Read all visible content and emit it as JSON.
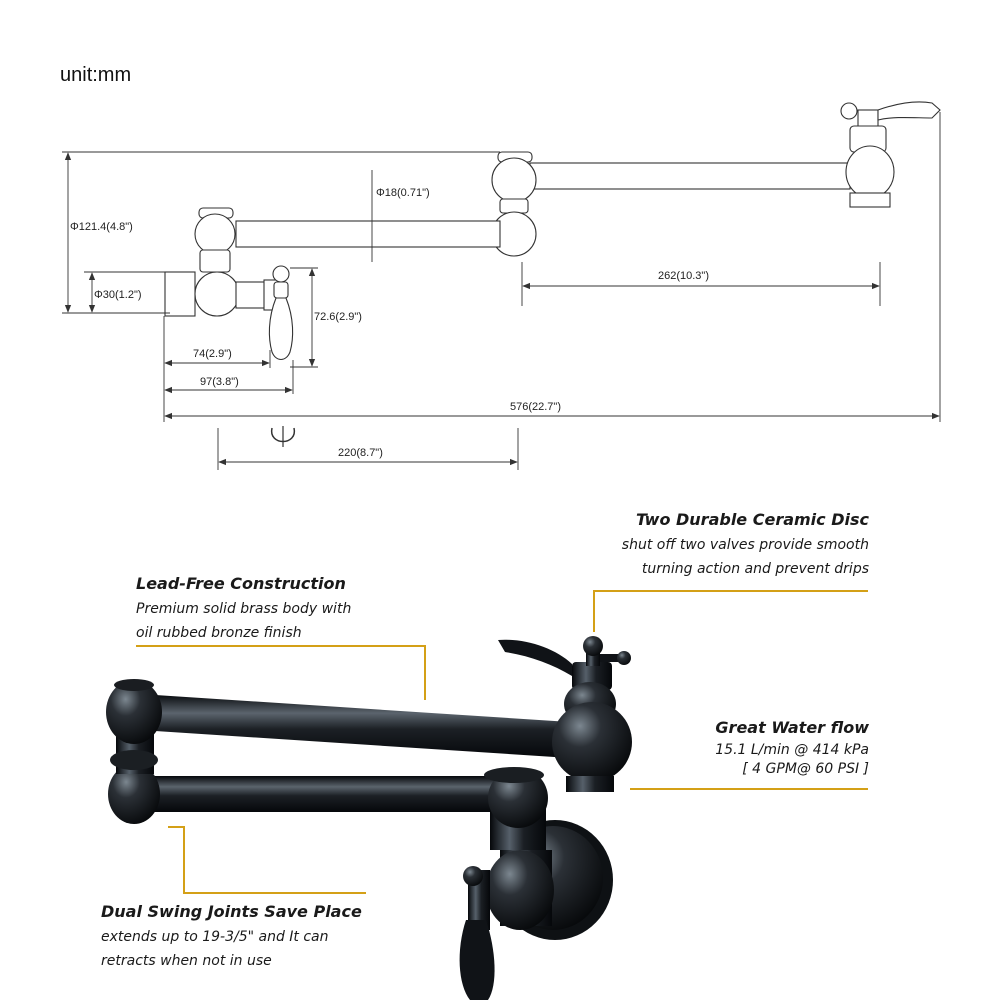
{
  "unit_label": "unit:mm",
  "dimensions": {
    "height_total": "Φ121.4(4.8\")",
    "pipe_diameter": "Φ18(0.71\")",
    "base_diameter": "Φ30(1.2\")",
    "handle_height": "72.6(2.9\")",
    "arm_length": "262(10.3\")",
    "handle_offset": "74(2.9\")",
    "valve_width": "97(3.8\")",
    "total_length": "576(22.7\")",
    "folded_length": "220(8.7\")"
  },
  "features": [
    {
      "title": "Two Durable Ceramic Disc",
      "lines": [
        "shut off two valves provide smooth",
        "turning action and prevent drips"
      ]
    },
    {
      "title": "Lead-Free Construction",
      "lines": [
        "Premium solid brass body with",
        "oil rubbed bronze finish"
      ]
    },
    {
      "title": "Great Water flow",
      "lines": [
        "15.1 L/min @ 414 kPa",
        "[ 4 GPM@ 60 PSI ]"
      ]
    },
    {
      "title": "Dual Swing Joints Save Place",
      "lines": [
        "extends up to 19-3/5\" and It can",
        "retracts when not in use"
      ]
    }
  ],
  "colors": {
    "callout_line": "#d4a017",
    "bronze": "#15181b",
    "drawing_line": "#333333"
  }
}
